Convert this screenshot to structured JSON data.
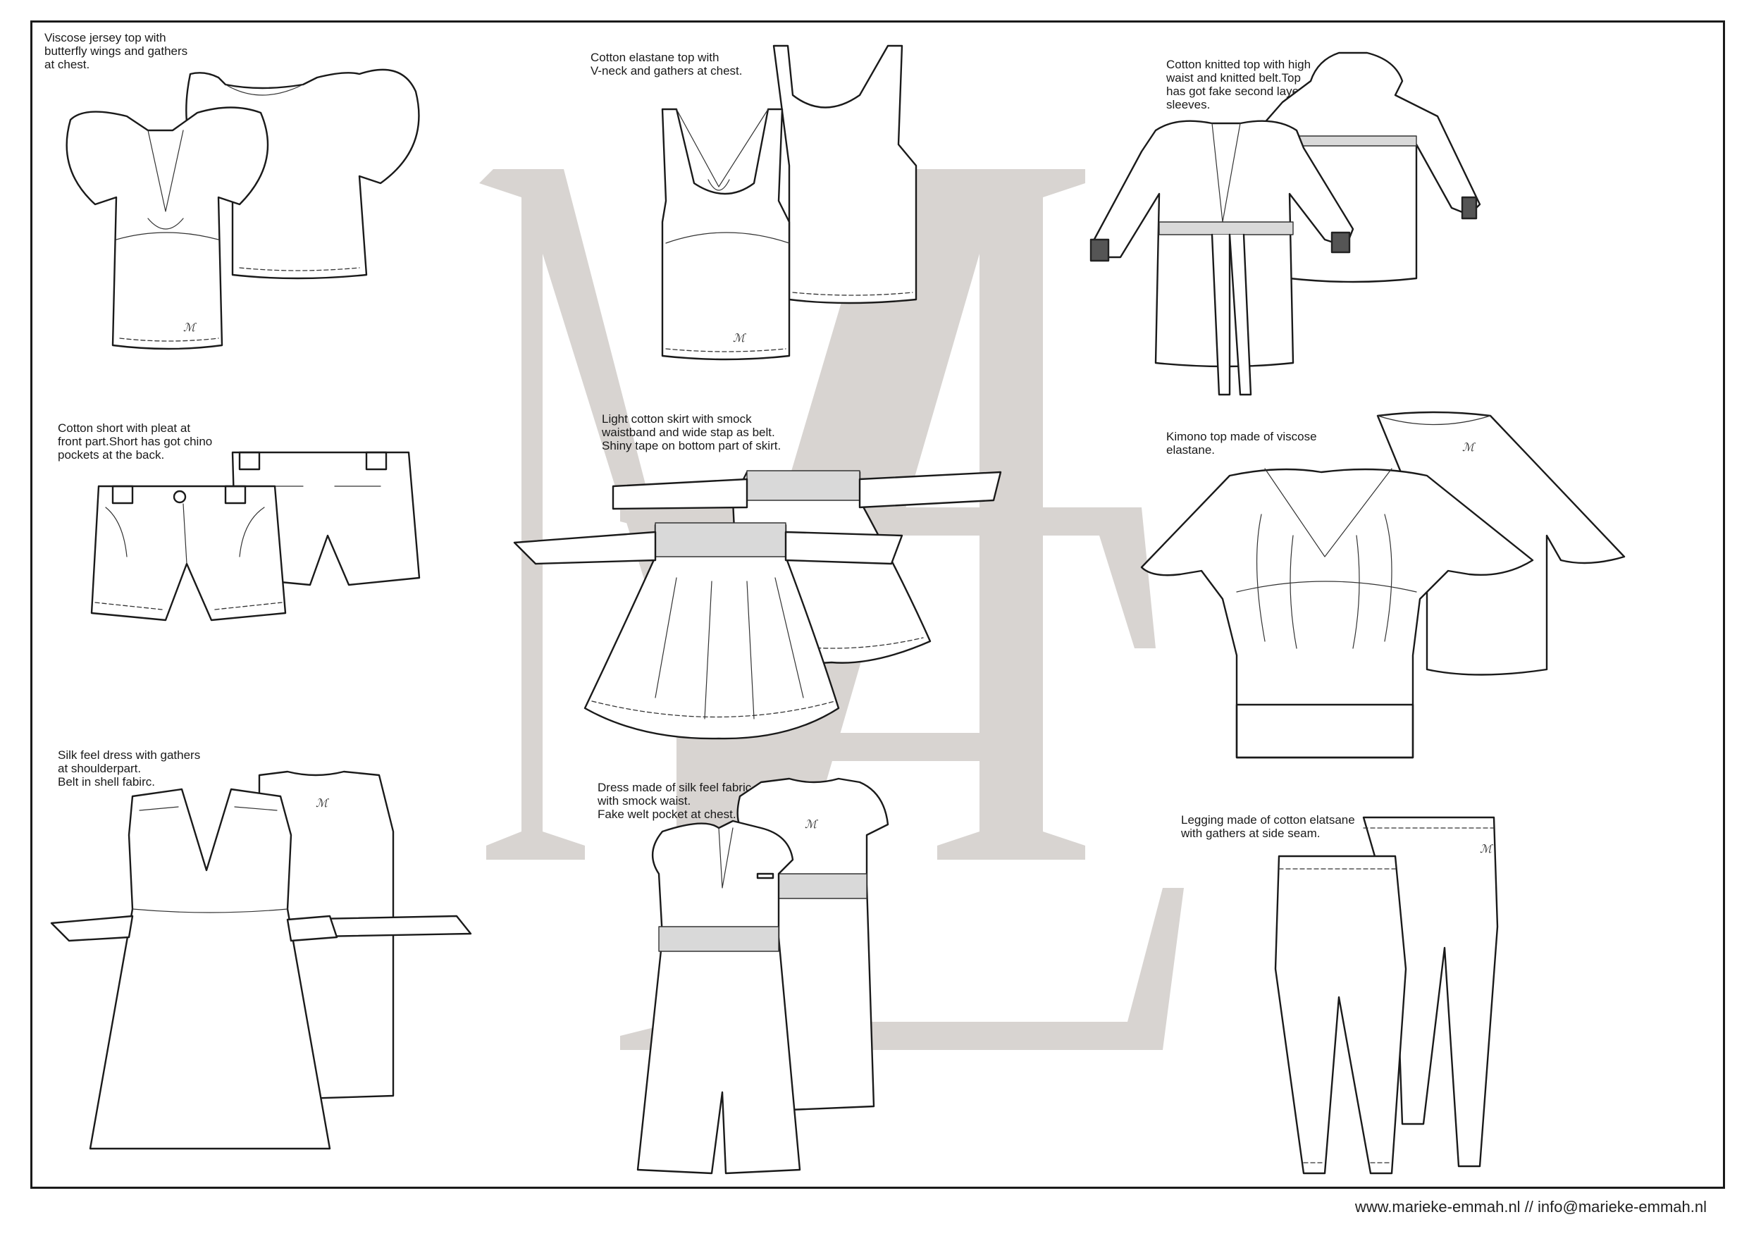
{
  "captions": {
    "c1": "Viscose jersey top with\nbutterfly wings and gathers\nat chest.",
    "c2": "Cotton elastane top with\nV-neck and gathers at chest.",
    "c3": "Cotton knitted top with high\nwaist and knitted belt.Top\nhas got fake second layer\nsleeves.",
    "c4": "Cotton short with pleat at\nfront part.Short has got chino\npockets at the back.",
    "c5": "Light cotton skirt with smock\nwaistband and wide stap as belt.\nShiny tape on bottom part of skirt.",
    "c6": "Kimono top made of viscose\nelastane.",
    "c7": "Silk feel dress with gathers\nat shoulderpart.\nBelt in shell fabirc.",
    "c8": "Dress made of silk feel fabric\nwith smock waist.\nFake welt pocket at chest.",
    "c9": "Legging made of cotton elatsane\nwith gathers at side seam."
  },
  "footer": "www.marieke-emmah.nl // info@marieke-emmah.nl",
  "colors": {
    "watermark": "#d8d4d1",
    "line": "#1a1a1a",
    "accent": "#555555"
  }
}
